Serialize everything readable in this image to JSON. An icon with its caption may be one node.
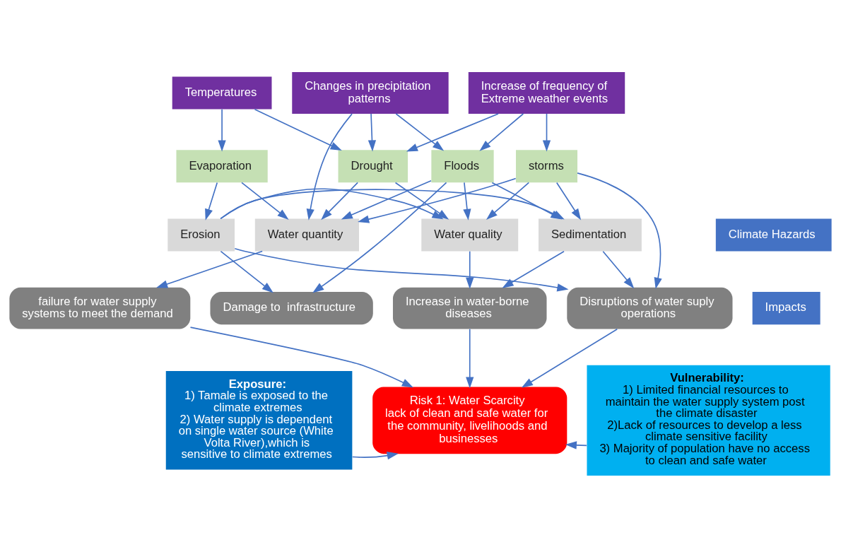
{
  "diagram": {
    "nodes": [
      {
        "text": [
          "Changes in precipitation patterns"
        ]
      },
      {
        "text": [
          "Increase of frequency of Extreme weather events"
        ]
      },
      {
        "text": [
          "Temperatures"
        ]
      },
      {
        "text": [
          "Drought"
        ]
      },
      {
        "text": [
          "Floods"
        ]
      },
      {
        "text": [
          "storms"
        ]
      },
      {
        "text": [
          "Evaporation"
        ]
      },
      {
        "text": [
          "Water quantity"
        ]
      },
      {
        "text": [
          "Water quality"
        ]
      },
      {
        "text": [
          "Sedimentation"
        ]
      },
      {
        "text": [
          "Erosion"
        ]
      },
      {
        "text": [
          "failure for water supply systems to meet the demand"
        ]
      },
      {
        "text": [
          "Damage to  infrastructure"
        ]
      },
      {
        "text": [
          "Increase in water-borne diseases"
        ]
      },
      {
        "text": [
          "Disruptions of water suply operations"
        ]
      },
      {
        "text": [
          "Climate Hazards"
        ]
      },
      {
        "text": [
          "Impacts"
        ]
      },
      {
        "text": [
          "Exposure:",
          "1) Tamale is exposed to the climate extremes",
          "2) Water supply is dependent on single water source (White Volta River),which is sensitive to climate extremes"
        ]
      },
      {
        "text": [
          "Risk 1: Water Scarcity",
          "lack of clean and safe water for the community, livelihoods and businesses"
        ]
      },
      {
        "text": [
          "Vulnerability:",
          "1) Limited financial resources to maintain the water supply system post the climate disaster",
          "2)Lack of resources to develop a less climate sensitive facility",
          "3) Majority of population have no access to clean and safe water"
        ]
      }
    ],
    "edges": [
      {
        "from": 0,
        "to": 3,
        "arrow": "to"
      },
      {
        "from": 0,
        "to": 7,
        "arrow": "to"
      },
      {
        "from": 0,
        "to": 4,
        "arrow": "to"
      },
      {
        "from": 1,
        "to": 3,
        "arrow": "to"
      },
      {
        "from": 1,
        "to": 4,
        "arrow": "to"
      },
      {
        "from": 1,
        "to": 5,
        "arrow": "to"
      },
      {
        "from": 2,
        "to": 3,
        "arrow": "to"
      },
      {
        "from": 2,
        "to": 6,
        "arrow": "to"
      },
      {
        "from": 3,
        "to": 7,
        "arrow": "to"
      },
      {
        "from": 3,
        "to": 8,
        "arrow": "to"
      },
      {
        "from": 4,
        "to": 7,
        "arrow": "to"
      },
      {
        "from": 4,
        "to": 8,
        "arrow": "to"
      },
      {
        "from": 4,
        "to": 9,
        "arrow": "to"
      },
      {
        "from": 4,
        "to": 12,
        "arrow": "to"
      },
      {
        "from": 5,
        "to": 7,
        "arrow": "to"
      },
      {
        "from": 5,
        "to": 8,
        "arrow": "to"
      },
      {
        "from": 5,
        "to": 9,
        "arrow": "to"
      },
      {
        "from": 5,
        "to": 14,
        "arrow": "to"
      },
      {
        "from": 6,
        "to": 7,
        "arrow": "to"
      },
      {
        "from": 6,
        "to": 10,
        "arrow": "to"
      },
      {
        "from": 10,
        "to": 9,
        "arrow": "to"
      },
      {
        "from": 10,
        "to": 8,
        "arrow": "to"
      },
      {
        "from": 10,
        "to": 12,
        "arrow": "to"
      },
      {
        "from": 10,
        "to": 14,
        "arrow": "to"
      },
      {
        "from": 7,
        "to": 11,
        "arrow": "to"
      },
      {
        "from": 8,
        "to": 13,
        "arrow": "to"
      },
      {
        "from": 9,
        "to": 13,
        "arrow": "to"
      },
      {
        "from": 9,
        "to": 14,
        "arrow": "to"
      },
      {
        "from": 11,
        "to": 18,
        "arrow": "to"
      },
      {
        "from": 13,
        "to": 18,
        "arrow": "to"
      },
      {
        "from": 14,
        "to": 18,
        "arrow": "to"
      },
      {
        "from": 17,
        "to": 18,
        "arrow": "to"
      },
      {
        "from": 19,
        "to": 18,
        "arrow": "to"
      }
    ]
  }
}
